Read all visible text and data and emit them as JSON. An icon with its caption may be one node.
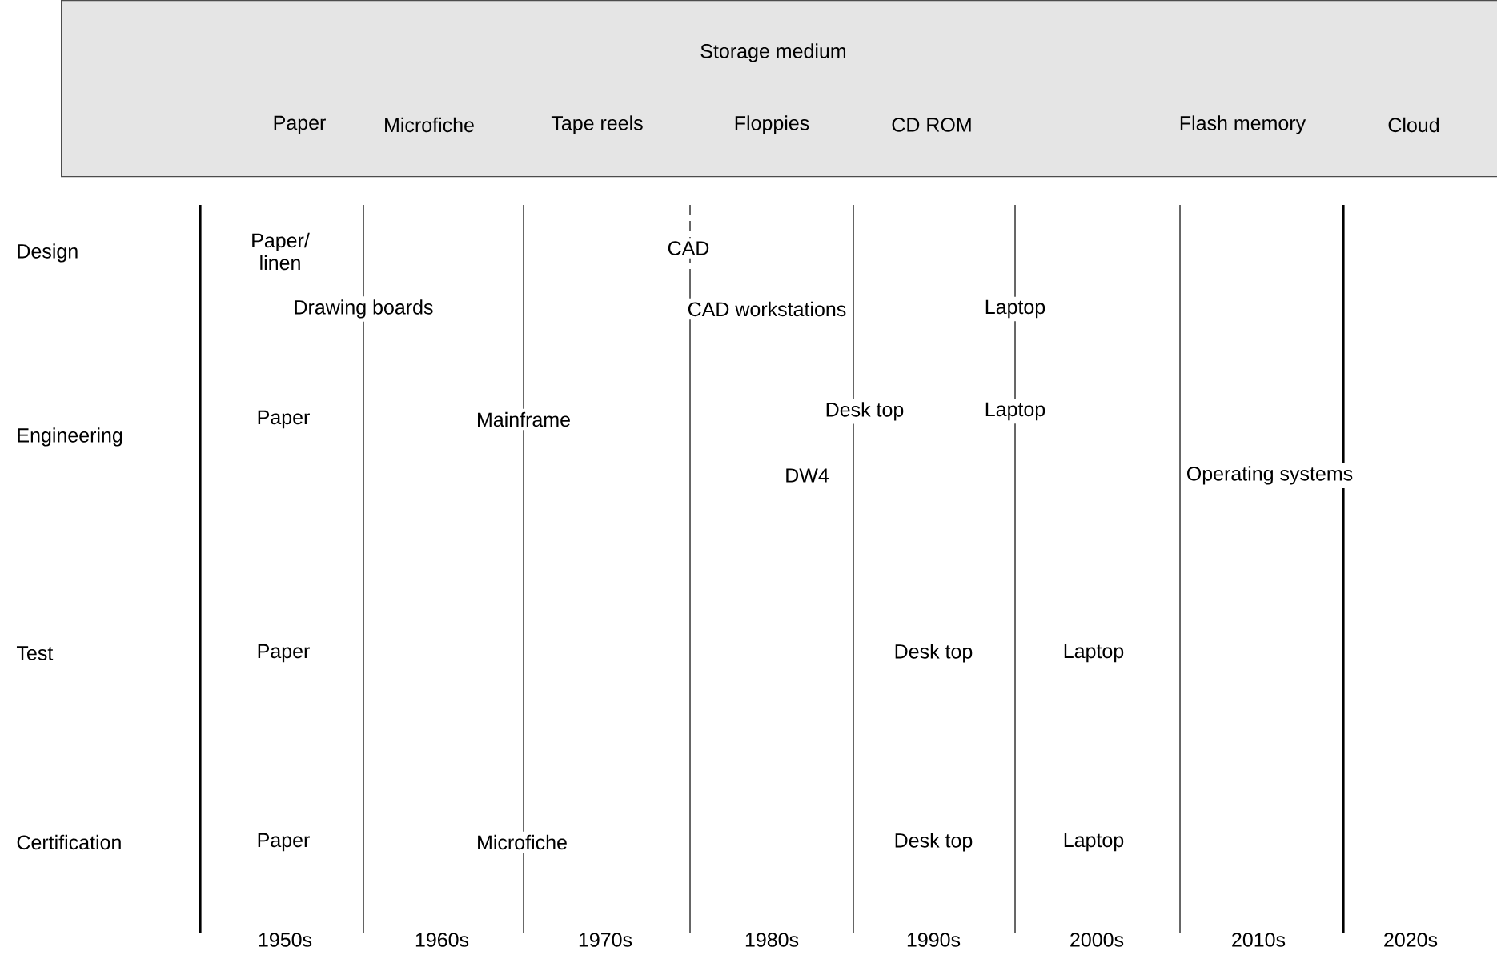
{
  "diagram": {
    "nodes": [
      {
        "text": [
          "Storage medium",
          "Paper",
          "Microfiche",
          "Tape reels",
          "Floppies",
          "CD ROM",
          "Flash memory",
          "Cloud"
        ]
      }
    ],
    "labels": [
      "Design",
      "Paper/ linen",
      "CAD",
      "Drawing boards",
      "CAD workstations",
      "Laptop",
      "Engineering",
      "Paper",
      "Mainframe",
      "Desk top",
      "Laptop",
      "DW4",
      "Operating systems",
      "Test",
      "Paper",
      "Desk top",
      "Laptop",
      "Certification",
      "Paper",
      "Microfiche",
      "Desk top",
      "Laptop",
      "1950s",
      "1960s",
      "1970s",
      "1980s",
      "1990s",
      "2000s",
      "2010s",
      "2020s"
    ]
  }
}
